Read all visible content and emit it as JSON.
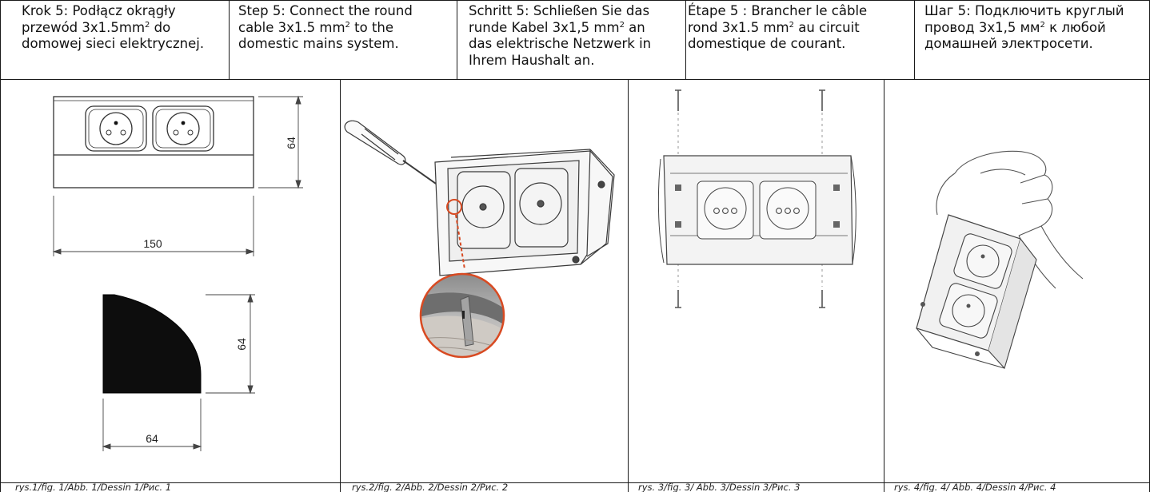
{
  "steps": {
    "pl": {
      "line1": "Krok 5: Podłącz okrągły",
      "line2_pre": "przewód 3x1.5mm",
      "line2_sup": "2",
      "line2_post": " do",
      "line3": "domowej sieci elektrycznej."
    },
    "en": {
      "line1": "Step 5: Connect the round",
      "line2_pre": "cable 3x1.5 mm",
      "line2_sup": "2",
      "line2_post": " to the",
      "line3": "domestic mains system."
    },
    "de": {
      "line1": "Schritt 5: Schließen Sie das",
      "line2_pre": "runde Kabel 3x1,5 mm",
      "line2_sup": "2",
      "line2_post": " an",
      "line3": "das elektrische Netzwerk in",
      "line4": "Ihrem Haushalt an."
    },
    "fr": {
      "line1": "Étape 5 : Brancher le câble",
      "line2_pre": "rond 3x1.5 mm",
      "line2_sup": "2",
      "line2_post": " au circuit",
      "line3": "domestique de courant."
    },
    "ru": {
      "line1": "Шаг 5: Подключить круглый",
      "line2_pre": "провод 3x1,5 мм",
      "line2_sup": "2",
      "line2_post": " к любой",
      "line3": "домашней электросети."
    }
  },
  "figure1": {
    "dim_width": "150",
    "dim_height_front": "64",
    "dim_height_side": "64",
    "dim_width_side": "64"
  },
  "captions": {
    "fig1": "rys.1/fig. 1/Abb. 1/Dessin 1/Рис. 1",
    "fig2": "rys.2/fig. 2/Abb. 2/Dessin 2/Рис. 2",
    "fig3": "rys. 3/fig. 3/ Abb. 3/Dessin 3/Рис. 3",
    "fig4": "rys. 4/fig. 4/ Abb. 4/Dessin 4/Рис. 4"
  }
}
